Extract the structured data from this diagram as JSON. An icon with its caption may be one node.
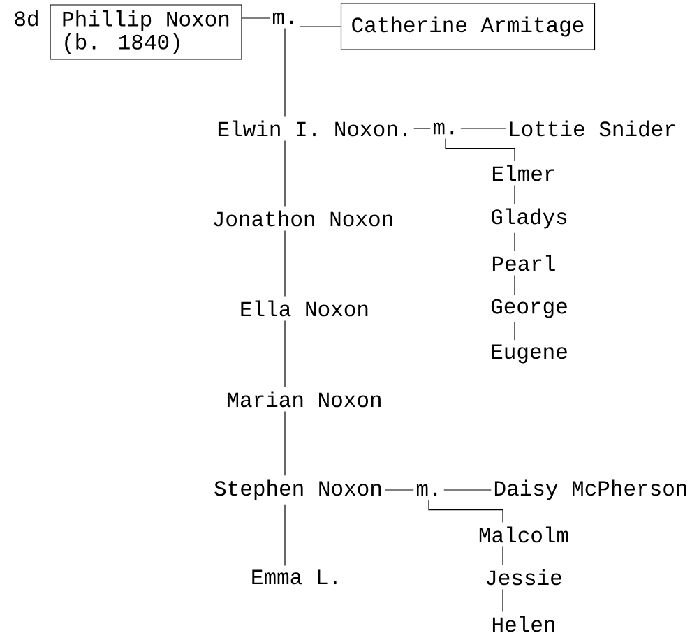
{
  "diagram": {
    "nodes": [
      {
        "text": [
          "Phillip Noxon",
          "(b. 1840)"
        ]
      },
      {
        "text": [
          "Catherine Armitage"
        ]
      },
      {
        "text": [
          "m."
        ]
      },
      {
        "text": [
          "Elwin I. Noxon."
        ]
      },
      {
        "text": [
          "m."
        ]
      },
      {
        "text": [
          "Lottie Snider"
        ]
      },
      {
        "text": [
          "Elmer"
        ]
      },
      {
        "text": [
          "Jonathon Noxon"
        ]
      },
      {
        "text": [
          "Gladys"
        ]
      },
      {
        "text": [
          "Pearl"
        ]
      },
      {
        "text": [
          "Ella Noxon"
        ]
      },
      {
        "text": [
          "George"
        ]
      },
      {
        "text": [
          "Eugene"
        ]
      },
      {
        "text": [
          "Marian Noxon"
        ]
      },
      {
        "text": [
          "Stephen Noxon"
        ]
      },
      {
        "text": [
          "m."
        ]
      },
      {
        "text": [
          "Daisy McPherson"
        ]
      },
      {
        "text": [
          "Malcolm"
        ]
      },
      {
        "text": [
          "Emma L."
        ]
      },
      {
        "text": [
          "Jessie"
        ]
      },
      {
        "text": [
          "Helen"
        ]
      }
    ],
    "edges": [
      {
        "from": 0,
        "to": 2,
        "arrow": "none"
      },
      {
        "from": 2,
        "to": 1,
        "arrow": "none"
      },
      {
        "from": 2,
        "to": 3,
        "arrow": "none"
      },
      {
        "from": 3,
        "to": 4,
        "arrow": "none"
      },
      {
        "from": 4,
        "to": 5,
        "arrow": "none"
      },
      {
        "from": 4,
        "to": 6,
        "arrow": "none"
      },
      {
        "from": 3,
        "to": 7,
        "arrow": "none"
      },
      {
        "from": 6,
        "to": 8,
        "arrow": "none"
      },
      {
        "from": 8,
        "to": 9,
        "arrow": "none"
      },
      {
        "from": 7,
        "to": 10,
        "arrow": "none"
      },
      {
        "from": 9,
        "to": 11,
        "arrow": "none"
      },
      {
        "from": 11,
        "to": 12,
        "arrow": "none"
      },
      {
        "from": 10,
        "to": 13,
        "arrow": "none"
      },
      {
        "from": 13,
        "to": 14,
        "arrow": "none"
      },
      {
        "from": 14,
        "to": 15,
        "arrow": "none"
      },
      {
        "from": 15,
        "to": 16,
        "arrow": "none"
      },
      {
        "from": 15,
        "to": 17,
        "arrow": "none"
      },
      {
        "from": 14,
        "to": 18,
        "arrow": "none"
      },
      {
        "from": 17,
        "to": 19,
        "arrow": "none"
      },
      {
        "from": 19,
        "to": 20,
        "arrow": "none"
      }
    ],
    "labels": [
      "8d"
    ]
  }
}
